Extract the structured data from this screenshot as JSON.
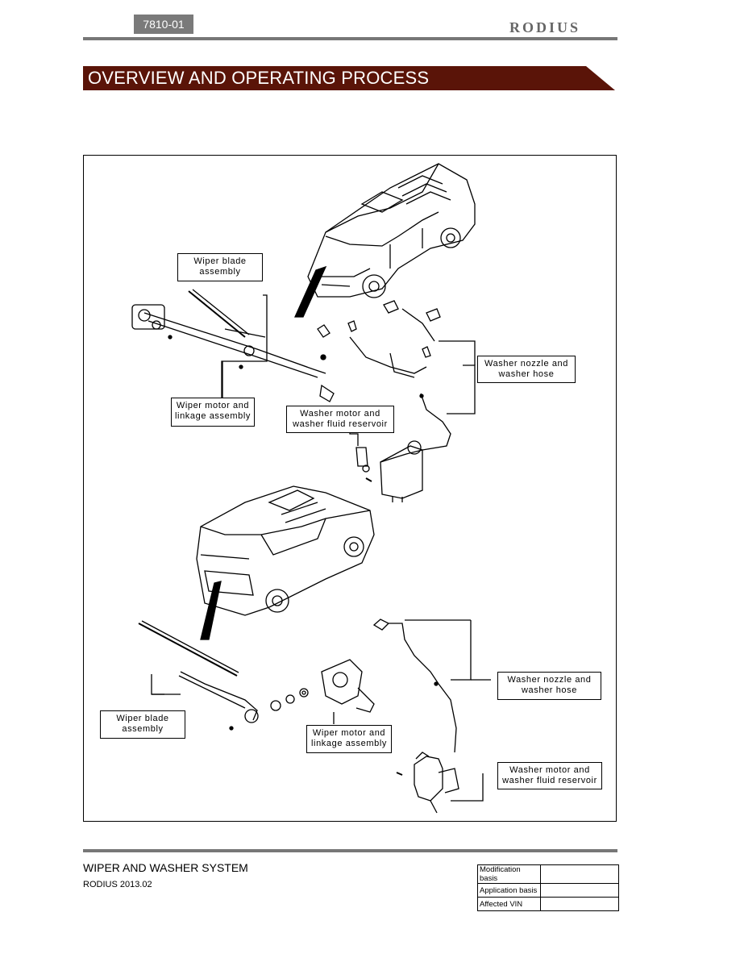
{
  "header": {
    "code": "7810-01",
    "brand": "RODIUS",
    "section_title": "OVERVIEW AND OPERATING PROCESS"
  },
  "figure": {
    "front_callouts": {
      "wiper_blade": "Wiper blade\nassembly",
      "wiper_motor": "Wiper motor and\nlinkage assembly",
      "washer_motor": "Washer motor and\nwasher fluid reservoir",
      "washer_nozzle": "Washer nozzle and\nwasher hose"
    },
    "rear_callouts": {
      "wiper_blade": "Wiper blade\nassembly",
      "wiper_motor": "Wiper motor and\nlinkage assembly",
      "washer_nozzle": "Washer nozzle and\nwasher hose",
      "washer_motor": "Washer motor and\nwasher fluid reservoir"
    }
  },
  "footer": {
    "title": "WIPER AND WASHER SYSTEM",
    "subtitle": "RODIUS 2013.02",
    "table": [
      {
        "label": "Modification basis",
        "value": ""
      },
      {
        "label": "Application basis",
        "value": ""
      },
      {
        "label": "Affected VIN",
        "value": ""
      }
    ]
  }
}
